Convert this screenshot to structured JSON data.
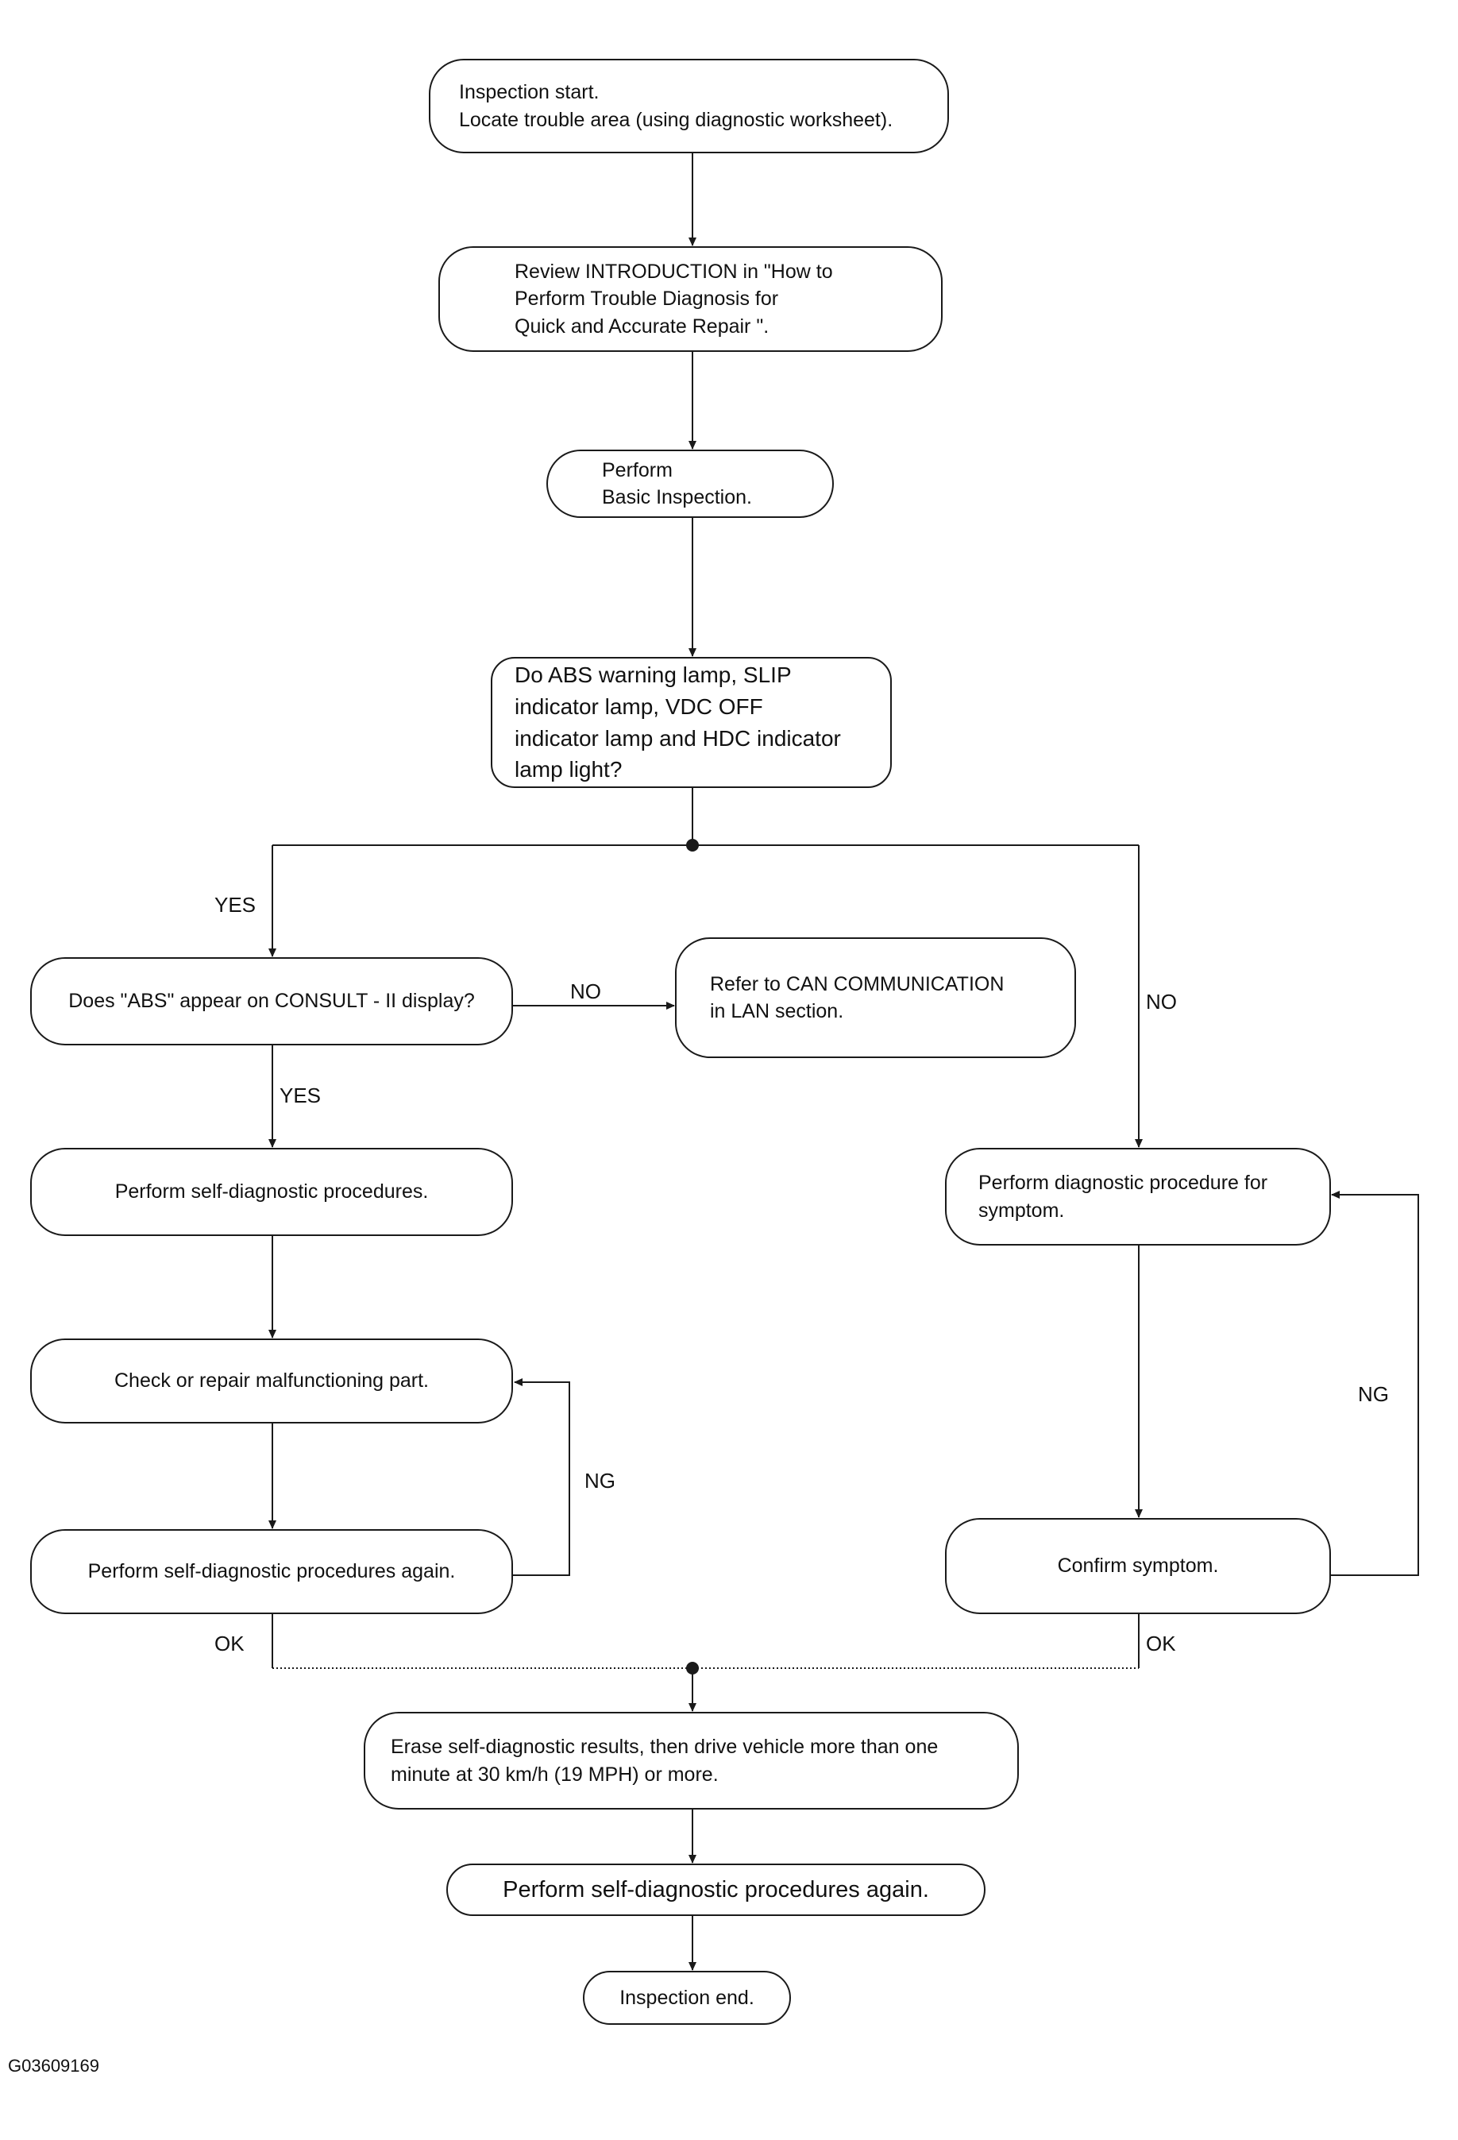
{
  "nodes": {
    "start": "Inspection start.\nLocate trouble area (using diagnostic worksheet).",
    "review": "Review INTRODUCTION in \"How to\nPerform Trouble Diagnosis for\nQuick and Accurate Repair \".",
    "basic": "Perform\nBasic Inspection.",
    "decision_lamps": "Do ABS warning lamp, SLIP\nindicator lamp, VDC OFF\nindicator lamp and HDC indicator\nlamp light?",
    "consult": "Does \"ABS\" appear on CONSULT - II display?",
    "can_refer": "Refer to CAN COMMUNICATION\nin LAN section.",
    "self_diag": "Perform self-diagnostic procedures.",
    "repair": "Check or repair malfunctioning part.",
    "self_diag_again": "Perform self-diagnostic procedures again.",
    "symptom_proc": "Perform diagnostic procedure for\nsymptom.",
    "confirm": "Confirm symptom.",
    "erase": "Erase self-diagnostic results, then drive vehicle more than one\nminute at 30 km/h (19 MPH) or more.",
    "final_again": "Perform self-diagnostic procedures again.",
    "end": "Inspection end."
  },
  "labels": {
    "yes_lamps": "YES",
    "no_lamps": "NO",
    "no_consult": "NO",
    "yes_consult": "YES",
    "ng_left": "NG",
    "ng_right": "NG",
    "ok_left": "OK",
    "ok_right": "OK"
  },
  "figure_id": "G03609169"
}
